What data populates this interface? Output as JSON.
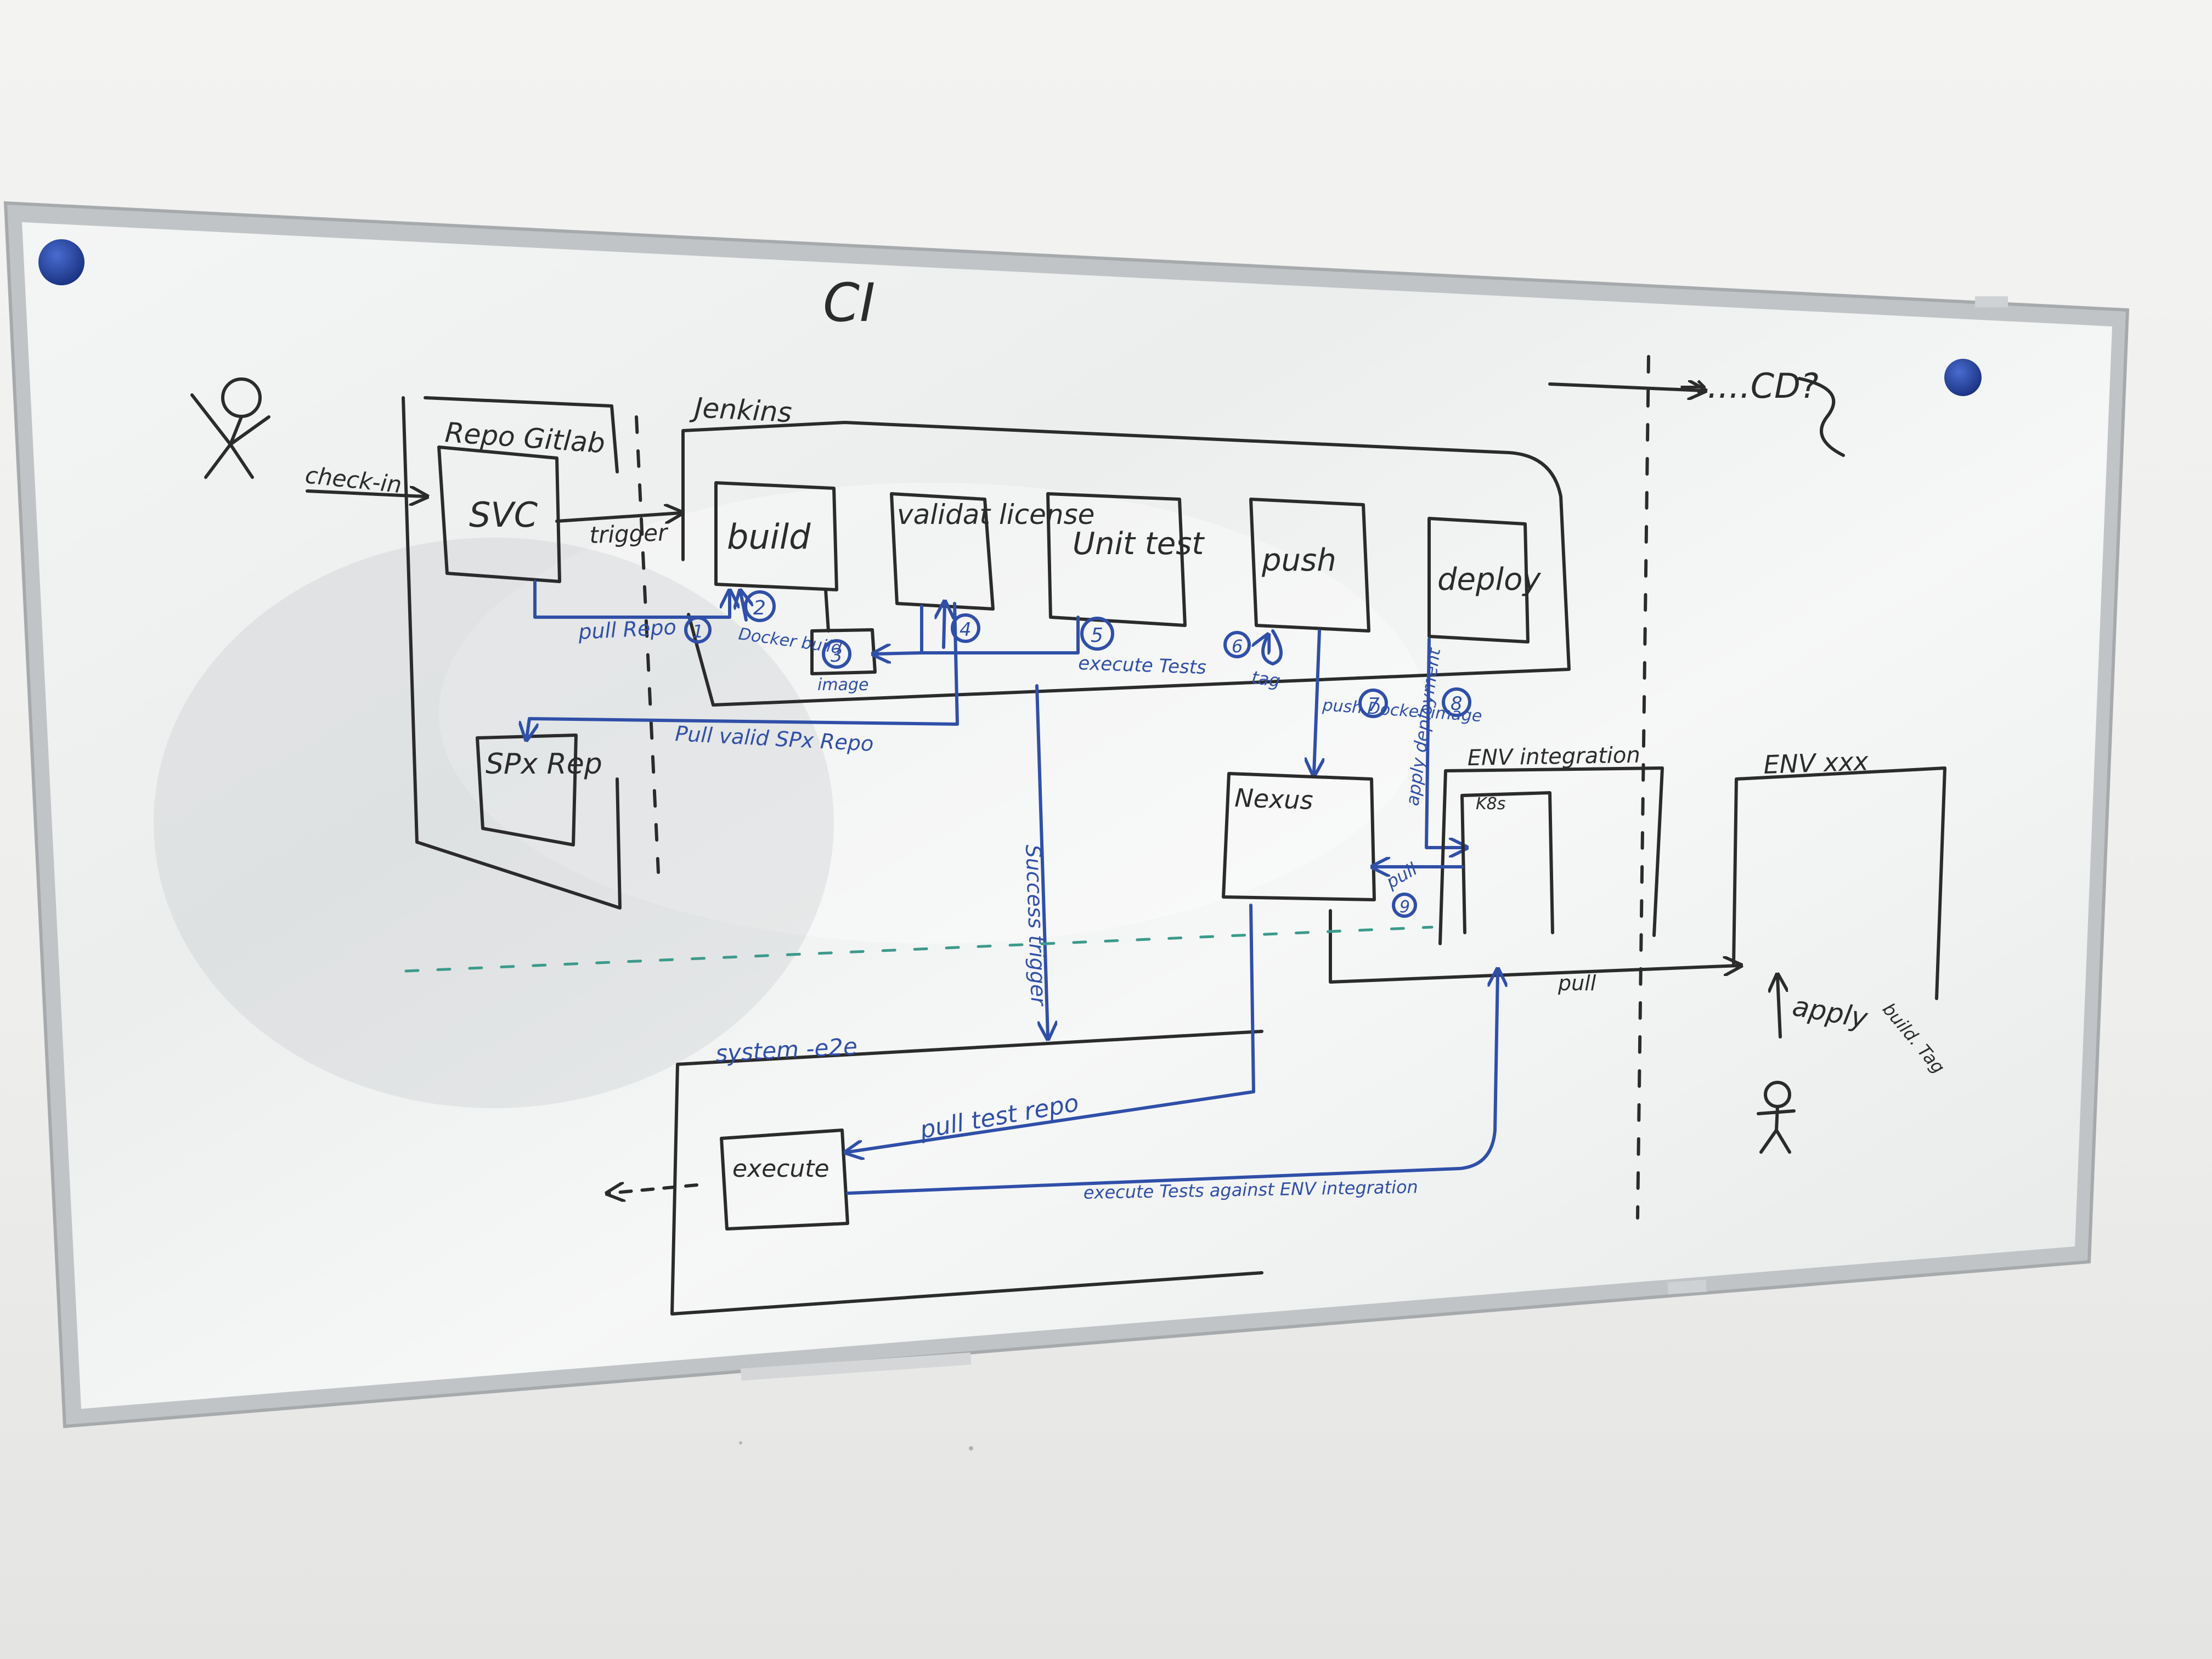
{
  "whiteboard": {
    "title": "CI",
    "cd_label": "→....CD?",
    "check_in": "check-in",
    "trigger": "trigger",
    "repo_gitlab": "Repo Gitlab",
    "svc": "SVC",
    "spx_repo": "SPx Rep",
    "jenkins": "Jenkins",
    "build": "build",
    "validate_license": "validat license",
    "unit_test": "Unit test",
    "push": "push",
    "deploy": "deploy",
    "pull_repo": "pull Repo",
    "docker_build": "Docker build",
    "image": "image",
    "execute_tests": "execute Tests",
    "tag": "tag",
    "pull_valid_spx_repo": "Pull valid SPx Repo",
    "push_docker_image": "push Docker image",
    "apply_deployment": "apply deployment",
    "nexus": "Nexus",
    "env_integration": "ENV integration",
    "k8s": "K8s",
    "pull_small": "pull",
    "env_xxx": "ENV xxx",
    "pull": "pull",
    "apply": "apply",
    "build_tag": "build. Tag",
    "success_trigger": "Success trigger",
    "system_e2e": "system -e2e",
    "execute": "execute",
    "pull_test_repo": "pull test repo",
    "execute_tests_env": "execute Tests against ENV integration",
    "steps": [
      "1",
      "2",
      "3",
      "4",
      "5",
      "6",
      "7",
      "8",
      "9"
    ]
  },
  "colors": {
    "black_ink": "#2b2b2b",
    "blue_ink": "#2f4fa8",
    "teal_ink": "#3c9a8c",
    "magnet": "#1f3f9e",
    "frame": "#b9bcbf"
  }
}
